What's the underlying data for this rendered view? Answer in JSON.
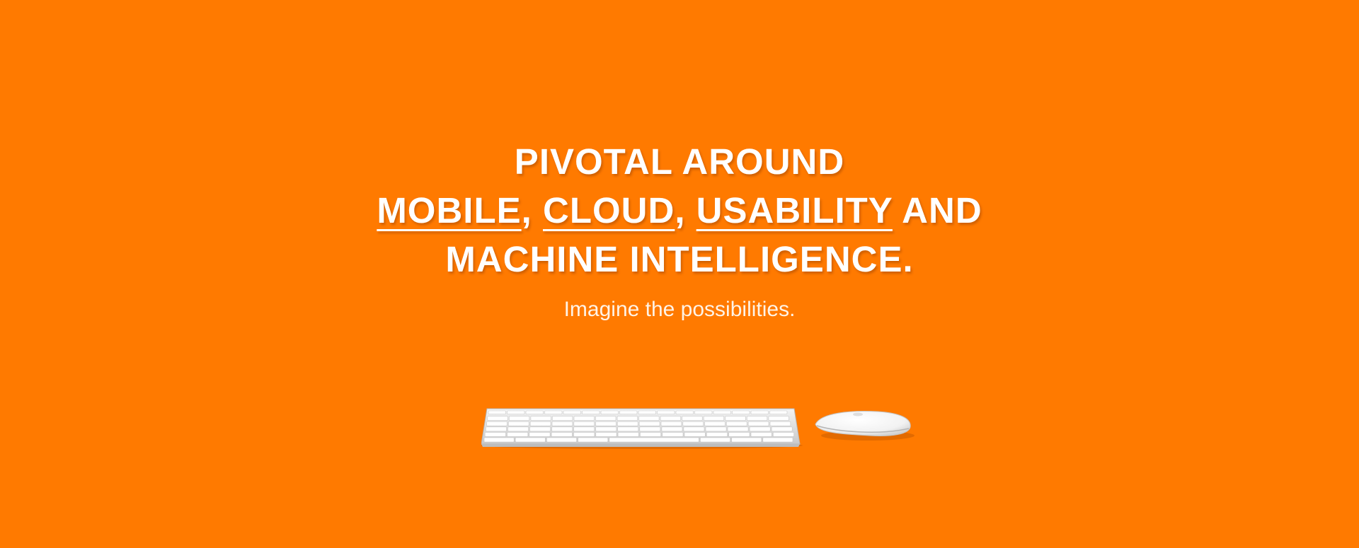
{
  "page": {
    "background_color": "#ff7a00",
    "text_color": "#ffffff"
  },
  "hero": {
    "headline": {
      "line1": "PIVOTAL AROUND",
      "line2": {
        "word_mobile": "MOBILE",
        "sep1": ", ",
        "word_cloud": "CLOUD",
        "sep2": ", ",
        "word_usability": "USABILITY",
        "tail": " AND"
      },
      "line3": "MACHINE INTELLIGENCE."
    },
    "subheadline": "Imagine the possibilities.",
    "illustration": {
      "keyboard_icon": "keyboard-icon",
      "mouse_icon": "mouse-icon"
    }
  }
}
